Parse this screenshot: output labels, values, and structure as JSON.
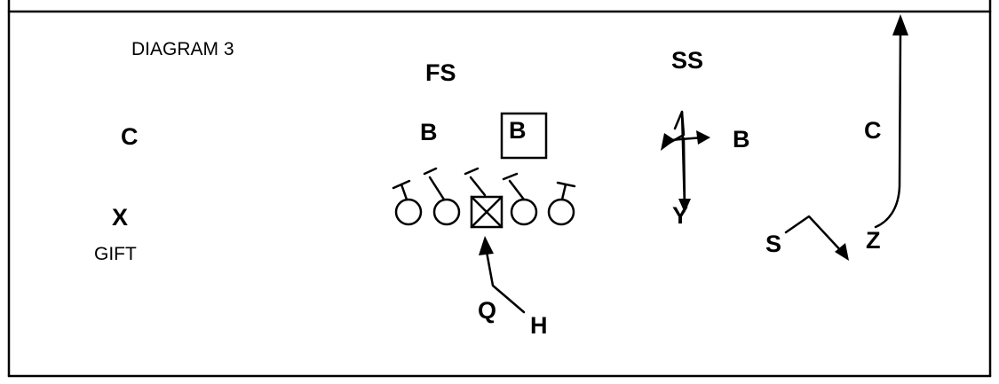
{
  "diagram": {
    "title": "DIAGRAM 3",
    "play_name": "GIFT",
    "defense": {
      "free_safety": "FS",
      "strong_safety": "SS",
      "left_corner": "C",
      "right_corner": "C",
      "linebacker_left": "B",
      "linebacker_mid": "B",
      "linebacker_right": "B"
    },
    "offense": {
      "split_end": "X",
      "tight_end": "Y",
      "slot": "S",
      "flanker": "Z",
      "quarterback": "Q",
      "halfback": "H"
    },
    "colors": {
      "ink": "#000000",
      "background": "#ffffff"
    }
  }
}
